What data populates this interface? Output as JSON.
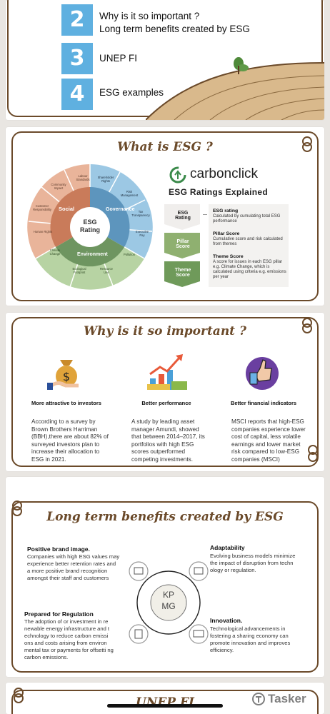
{
  "agenda": {
    "items": [
      {
        "num": "2",
        "text_line1": "Why is it so important ?",
        "text_line2": "Long term benefits created by ESG"
      },
      {
        "num": "3",
        "text_line1": "UNEP FI"
      },
      {
        "num": "4",
        "text_line1": "ESG examples"
      }
    ]
  },
  "what_is_esg": {
    "title": "What is ESG ?",
    "brand": "carbonclick",
    "subtitle": "ESG Ratings Explained",
    "wheel": {
      "center": "ESG Rating",
      "pillars": [
        "Social",
        "Governance",
        "Environment"
      ],
      "social_items": [
        "Labour Standards",
        "Community Impact",
        "Customer Responsibility",
        "Human Rights"
      ],
      "governance_items": [
        "Shareholder Rights",
        "Risk Management",
        "Tax Transparency",
        "Executive Pay"
      ],
      "environment_items": [
        "Climate Change",
        "Ecological Footprint",
        "Resource Use",
        "Pollution"
      ]
    },
    "stack": [
      "ESG Rating",
      "Pillar Score",
      "Theme Score"
    ],
    "definitions": [
      {
        "head": "ESG rating",
        "body": "Calculated by cumulating total ESG performance"
      },
      {
        "head": "Pillar Score",
        "body": "Cumulative score and risk calculated from themes"
      },
      {
        "head": "Theme Score",
        "body": "A score for issues in each ESG pillar e.g. Climate Change, which is calculated using criteria e.g. emissions per year"
      }
    ],
    "colors": {
      "social": "#d98a6a",
      "governance": "#6aaed6",
      "environment": "#7fa36a"
    }
  },
  "why_important": {
    "title": "Why is it so important ?",
    "columns": [
      {
        "icon": "money-bag-icon",
        "heading": "More attractive to investors",
        "body": "According to a survey by Brown Brothers Harriman (BBH),there are about 82% of surveyed investors plan to increase their allocation to ESG in 2021."
      },
      {
        "icon": "growth-chart-icon",
        "heading": "Better performance",
        "body": "A study by leading asset manager Amundi, showed that between 2014–2017, its portfolios with high ESG scores outperformed competing investments."
      },
      {
        "icon": "thumbs-up-icon",
        "heading": "Better financial indicators",
        "body": "MSCI reports that high-ESG companies experience lower cost of capital, less volatile earnings and lower market risk compared to low-ESG companies (MSCI)"
      }
    ]
  },
  "benefits": {
    "title": "Long term benefits created by ESG",
    "center": {
      "line1": "KP",
      "line2": "MG"
    },
    "items": [
      {
        "head": "Positive brand image.",
        "body": "Companies with high ESG values may experience better retention rates and a more positive brand recognition amongst their staff and customers"
      },
      {
        "head": "Adaptability",
        "body": "Evolving business models minimize the impact of disruption from techn ology or regulation."
      },
      {
        "head": "Prepared for Regulation",
        "body": "The adoption of or investment in re newable energy infrastructure and t echnology to reduce carbon emissi ons and costs arising from environ mental tax or payments for offsetti ng carbon emissions."
      },
      {
        "head": "Innovation.",
        "body": "Technological advancements in fostering a sharing economy can promote innovation and improves efficiency."
      }
    ]
  },
  "next_slide": {
    "title": "UNEP FI"
  },
  "watermark": "Tasker"
}
